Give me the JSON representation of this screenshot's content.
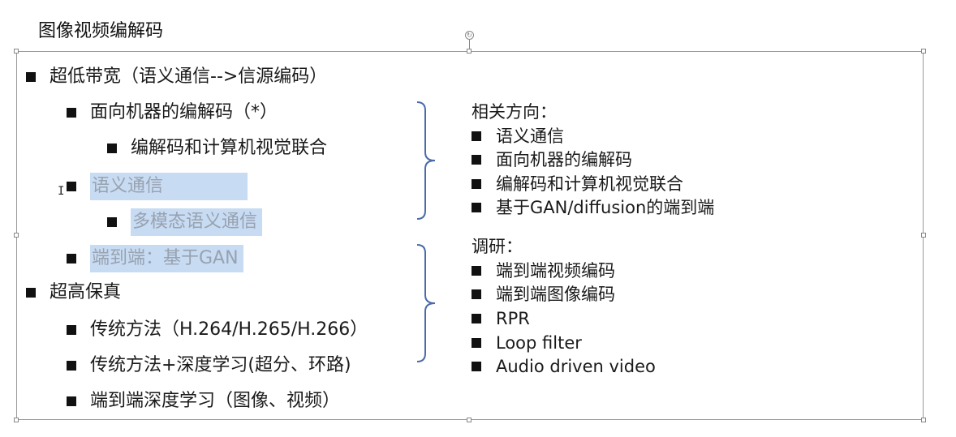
{
  "slide": {
    "title": "图像视频编解码",
    "rotate_symbol": "↻",
    "left_items": [
      {
        "text": "超低带宽（语义通信-->信源编码）",
        "level": 1,
        "selected": false
      },
      {
        "text": "面向机器的编解码（*）",
        "level": 2,
        "selected": false
      },
      {
        "text": "编解码和计算机视觉联合",
        "level": 3,
        "selected": false
      },
      {
        "text": "语义通信",
        "level": 2,
        "selected": true
      },
      {
        "text": "多模态语义通信",
        "level": 3,
        "selected": true
      },
      {
        "text": "端到端：基于GAN",
        "level": 2,
        "selected": true
      },
      {
        "text": "超高保真",
        "level": 1,
        "selected": false
      },
      {
        "text": "传统方法（H.264/H.265/H.266）",
        "level": 2,
        "selected": false
      },
      {
        "text": "传统方法+深度学习(超分、环路)",
        "level": 2,
        "selected": false
      },
      {
        "text": "端到端深度学习（图像、视频）",
        "level": 2,
        "selected": false
      }
    ],
    "right_groups": [
      {
        "heading": "相关方向：",
        "items": [
          "语义通信",
          "面向机器的编解码",
          "编解码和计算机视觉联合",
          "基于GAN/diffusion的端到端"
        ]
      },
      {
        "heading": "调研：",
        "items": [
          "端到端视频编码",
          "端到端图像编码",
          "RPR",
          "Loop filter",
          "Audio driven video"
        ]
      }
    ]
  },
  "colors": {
    "selection_bg": "#c7dbf2",
    "selected_text": "#98a2b0",
    "brace": "#4a6aa8",
    "frame": "#9a9a9a"
  }
}
